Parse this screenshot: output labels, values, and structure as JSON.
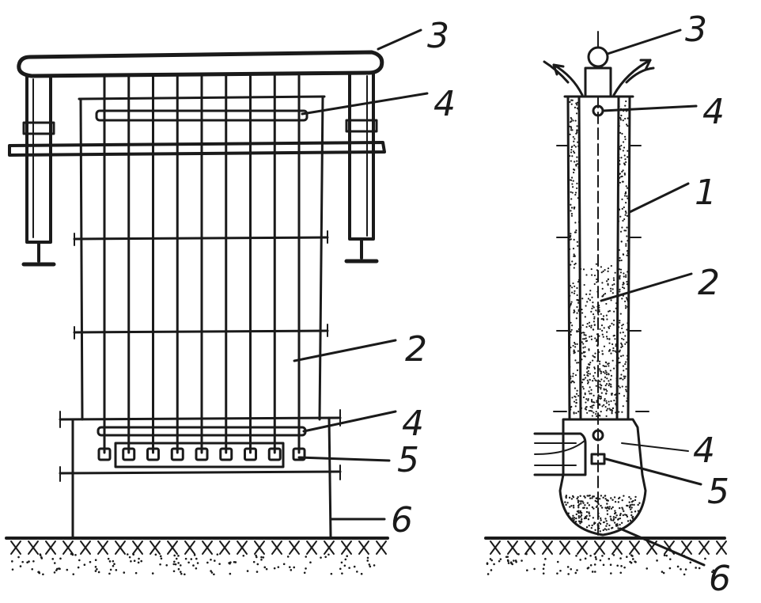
{
  "figure": {
    "left_view": {
      "callouts": [
        {
          "id": "l3",
          "label": "3"
        },
        {
          "id": "l4a",
          "label": "4"
        },
        {
          "id": "l2",
          "label": "2"
        },
        {
          "id": "l4b",
          "label": "4"
        },
        {
          "id": "l5",
          "label": "5"
        },
        {
          "id": "l6",
          "label": "6"
        }
      ],
      "tube_count": 9,
      "nozzle_count": 9
    },
    "right_view": {
      "callouts": [
        {
          "id": "r3",
          "label": "3"
        },
        {
          "id": "r4a",
          "label": "4"
        },
        {
          "id": "r1",
          "label": "1"
        },
        {
          "id": "r2",
          "label": "2"
        },
        {
          "id": "r4b",
          "label": "4"
        },
        {
          "id": "r5",
          "label": "5"
        },
        {
          "id": "r6",
          "label": "6"
        }
      ]
    }
  }
}
